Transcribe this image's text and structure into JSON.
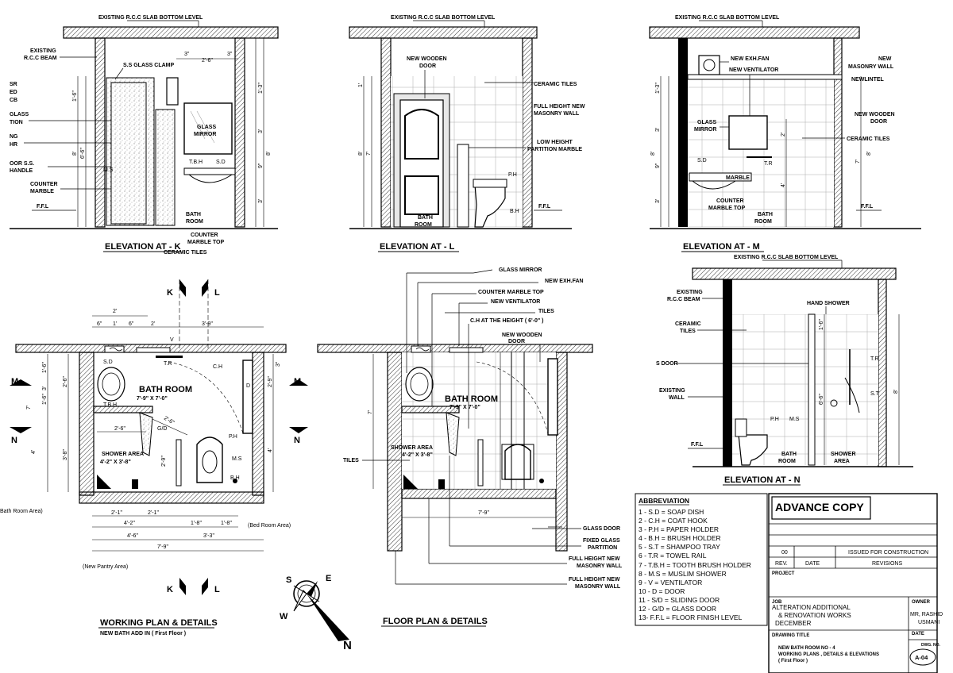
{
  "elevations": {
    "k": {
      "title": "ELEVATION AT - K",
      "slab": "EXISTING R.C.C SLAB BOTTOM LEVEL",
      "beam": [
        "EXISTING",
        "R.C.C BEAM"
      ],
      "ss_clamp": "S.S GLASS CLAMP",
      "partial_labels": [
        "SR",
        "ED",
        "CB",
        "GLASS",
        "TION",
        "NG",
        "HR",
        "OOR S.S.",
        "HANDLE"
      ],
      "counter": [
        "COUNTER",
        "MARBLE"
      ],
      "ffl": "F.F.L",
      "mirror": [
        "GLASS",
        "MIRROR"
      ],
      "tbh": "T.B.H",
      "sd": "S.D",
      "ms": "M.S",
      "bath": [
        "BATH",
        "ROOM"
      ],
      "counter_top": [
        "COUNTER",
        "MARBLE TOP"
      ],
      "ceramic": "CERAMIC TILES",
      "dims_top": [
        "3\"",
        "2'-6\"",
        "3\""
      ],
      "dims_left": [
        "1'-6\"",
        "8'",
        "6'-6\""
      ],
      "dims_right": [
        "1'-3\"",
        "3'",
        "8'",
        "9\"",
        "3'"
      ]
    },
    "l": {
      "title": "ELEVATION AT - L",
      "slab": "EXISTING R.C.C SLAB BOTTOM LEVEL",
      "door": [
        "NEW WOODEN",
        "DOOR"
      ],
      "tiles": "CERAMIC TILES",
      "wall": [
        "FULL HEIGHT NEW",
        "MASONRY WALL"
      ],
      "partition": [
        "LOW HEIGHT",
        "PARTITION MARBLE"
      ],
      "ph": "P.H",
      "bh": "B.H",
      "ffl": "F.F.L",
      "bath": [
        "BATH",
        "ROOM"
      ],
      "dims": [
        "1'",
        "8'",
        "7'"
      ]
    },
    "m": {
      "title": "ELEVATION AT - M",
      "slab": "EXISTING R.C.C SLAB BOTTOM LEVEL",
      "fan": "NEW EXH.FAN",
      "ventilator": "NEW VENTILATOR",
      "masonry": [
        "NEW",
        "MASONRY WALL"
      ],
      "lintel": "NEWLINTEL",
      "door": [
        "NEW WOODEN",
        "DOOR"
      ],
      "tiles": "CERAMIC TILES",
      "mirror": [
        "GLASS",
        "MIRROR"
      ],
      "sd": "S.D",
      "tr": "T.R",
      "marble": "MARBLE",
      "counter": [
        "COUNTER",
        "MARBLE TOP"
      ],
      "ffl": "F.F.L",
      "bath": [
        "BATH",
        "ROOM"
      ],
      "dims": [
        "1'-3\"",
        "3'",
        "8'",
        "9\"",
        "3'",
        "2'",
        "4'",
        "7'",
        "8'"
      ]
    },
    "n": {
      "title": "ELEVATION AT - N",
      "slab": "EXISTING R.C.C SLAB BOTTOM LEVEL",
      "beam": [
        "EXISTING",
        "R.C.C BEAM"
      ],
      "tiles": [
        "CERAMIC",
        "TILES"
      ],
      "sdoor": "S DOOR",
      "wall": [
        "EXISTING",
        "WALL"
      ],
      "ffl": "F.F.L",
      "hand_shower": "HAND SHOWER",
      "tr": "T.R",
      "st": "S.T",
      "ph": "P.H",
      "ms": "M.S",
      "bath": [
        "BATH",
        "ROOM"
      ],
      "shower": [
        "SHOWER",
        "AREA"
      ],
      "dims": [
        "1'-6\"",
        "6'-6\"",
        "8'"
      ]
    }
  },
  "working_plan": {
    "title": "WORKING PLAN & DETAILS",
    "subtitle": "NEW BATH ADD IN ( First Floor )",
    "section_k": "K",
    "section_l": "L",
    "section_m": "M",
    "section_n": "N",
    "room": "BATH ROOM",
    "room_size": "7'-9\" X 7'-0\"",
    "shower": "SHOWER AREA",
    "shower_size": "4'-2\" X 3'-8\"",
    "labels": {
      "sd": "S.D",
      "tbh": "T.B.H",
      "tr": "T.R",
      "ch": "C.H",
      "v": "V",
      "d": "D",
      "gd": "G/D",
      "ph": "P.H",
      "ms": "M.S",
      "bh": "B.H"
    },
    "dims_top": [
      "2'",
      "6\"",
      "1'",
      "6\"",
      "2'",
      "3'-9\""
    ],
    "dims_bottom": [
      "2'-1\"",
      "2'-1\"",
      "4'-2\"",
      "1'-8\"",
      "1'-8\"",
      "4'-6\"",
      "3'-3\"",
      "7'-9\""
    ],
    "dims_inner": [
      "2'-6\"",
      "2'-6\"",
      "2'-9\""
    ],
    "dims_left": [
      "1'-6\"",
      "2'-6\"",
      "3'",
      "1'-6\"",
      "7'",
      "4'",
      "3'-8\""
    ],
    "dims_right": [
      "2'-9\"",
      "4'",
      "3\""
    ],
    "notes": [
      "Bath Room Area)",
      "(Bed Room Area)",
      "(New Pantry Area)"
    ]
  },
  "floor_plan": {
    "title": "FLOOR PLAN & DETAILS",
    "room": "BATH ROOM",
    "room_size": "7'-9\" X 7'-0\"",
    "shower": "SHOWER AREA",
    "shower_size": "4'-2\" X 3'-8\"",
    "dim_width": "7'-9\"",
    "dim_height": "7'",
    "tiles": "TILES",
    "callouts_top": [
      "GLASS MIRROR",
      "NEW EXH.FAN",
      "COUNTER MARBLE TOP",
      "NEW VENTILATOR",
      "TILES",
      "C.H AT THE HEIGHT ( 6'-0\" )",
      "NEW WOODEN",
      "DOOR"
    ],
    "callouts_bottom": [
      "GLASS DOOR",
      "FIXED GLASS",
      "PARTITION",
      "FULL HEIGHT NEW",
      "MASONRY WALL",
      "FULL HEIGHT NEW",
      "MASONRY WALL"
    ]
  },
  "compass": {
    "s": "S",
    "e": "E",
    "w": "W",
    "n": "N"
  },
  "abbreviation": {
    "title": "ABBREVIATION",
    "items": [
      "1 - S.D = SOAP DISH",
      "2 - C.H = COAT HOOK",
      "3 - P.H = PAPER HOLDER",
      "4 - B.H = BRUSH HOLDER",
      "5 - S.T = SHAMPOO TRAY",
      "6 - T.R = TOWEL RAIL",
      "7 - T.B.H = TOOTH BRUSH HOLDER",
      "8 - M.S  = MUSLIM SHOWER",
      "9 -   V    = VENTILATOR",
      "10 - D    =  DOOR",
      "11 - S/D = SLIDING DOOR",
      "12 - G/D = GLASS DOOR",
      "13-  F.F.L = FLOOR FINISH LEVEL"
    ]
  },
  "title_block": {
    "advance_copy": "ADVANCE COPY",
    "rev_no": "00",
    "rev_desc": "ISSUED FOR CONSTRUCTION",
    "rev_label": "REV.",
    "date_label": "DATE",
    "revisions_label": "REVISIONS",
    "project_label": "PROJECT",
    "job_label": "JOB",
    "job_lines": [
      "ALTERATION ADDITIONAL",
      "& RENOVATION WORKS",
      "DECEMBER"
    ],
    "owner_label": "OWNER",
    "owner_lines": [
      "MR, RASHID",
      "USMANI"
    ],
    "drawing_title_label": "DRAWING TITLE",
    "drawing_title_lines": [
      "NEW BATH ROOM NO - 4",
      "WORKING PLANS , DETAILS & ELEVATIONS",
      "( First Floor )"
    ],
    "date2_label": "DATE",
    "dwg_label": "DWG. NO.",
    "dwg_no": "A-04"
  }
}
